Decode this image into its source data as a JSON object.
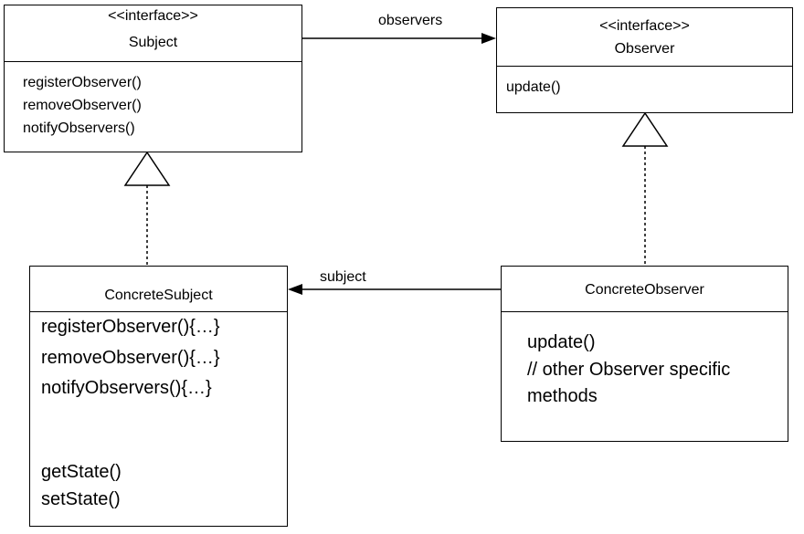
{
  "subject": {
    "stereotype": "<<interface>>",
    "name": "Subject",
    "methods": [
      "registerObserver()",
      "removeObserver()",
      "notifyObservers()"
    ]
  },
  "observer": {
    "stereotype": "<<interface>>",
    "name": "Observer",
    "methods": [
      "update()"
    ]
  },
  "concrete_subject": {
    "name": "ConcreteSubject",
    "methods": [
      "registerObserver(){…}",
      "removeObserver(){…}",
      "notifyObservers(){…}"
    ],
    "extra_methods": [
      "getState()",
      "setState()"
    ]
  },
  "concrete_observer": {
    "name": "ConcreteObserver",
    "body": [
      "update()",
      "// other Observer specific",
      "methods"
    ]
  },
  "associations": {
    "observers_label": "observers",
    "subject_label": "subject"
  }
}
